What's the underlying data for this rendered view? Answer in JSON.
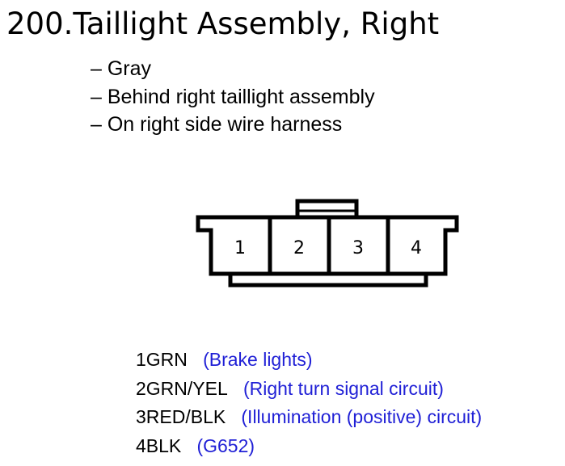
{
  "title": "200.Taillight Assembly, Right",
  "details": [
    "– Gray",
    "– Behind right taillight assembly",
    "– On right side wire harness"
  ],
  "connector": {
    "cavities": [
      "1",
      "2",
      "3",
      "4"
    ]
  },
  "pins": [
    {
      "wire": "1GRN",
      "circuit": "(Brake lights)"
    },
    {
      "wire": "2GRN/YEL",
      "circuit": "(Right turn signal circuit)"
    },
    {
      "wire": "3RED/BLK",
      "circuit": "(Illumination (positive) circuit)"
    },
    {
      "wire": "4BLK",
      "circuit": "(G652)"
    }
  ],
  "colors": {
    "circuit_text": "#1f1fd6"
  }
}
